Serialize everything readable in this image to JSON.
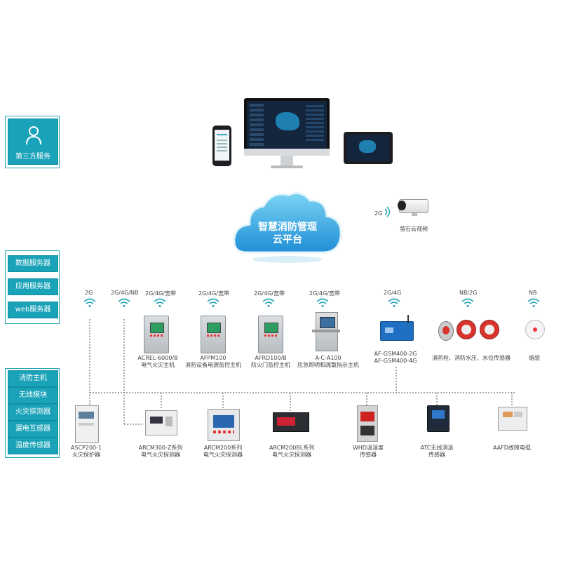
{
  "left_panels": {
    "third_party": {
      "label": "第三方服务",
      "icon": "user-icon"
    },
    "servers": [
      "数据服务器",
      "应用服务器",
      "web服务器"
    ],
    "devices": [
      "消防主机",
      "无线模块",
      "火灾探测器",
      "漏电互感器",
      "温度传感器"
    ]
  },
  "cloud": {
    "line1": "智慧消防管理",
    "line2": "云平台"
  },
  "camera": {
    "signal": "2G",
    "label": "萤石云视频"
  },
  "top_devices": [
    {
      "signal": "2G",
      "label1": "",
      "label2": ""
    },
    {
      "signal": "2G/4G/NB",
      "label1": "",
      "label2": ""
    },
    {
      "signal": "2G/4G/宽带",
      "label1": "ACREL-6000/B",
      "label2": "电气火灾主机"
    },
    {
      "signal": "2G/4G/宽带",
      "label1": "AFPM100",
      "label2": "消防设备电源监控主机"
    },
    {
      "signal": "2G/4G/宽带",
      "label1": "AFRD100/B",
      "label2": "防火门监控主机"
    },
    {
      "signal": "2G/4G/宽带",
      "label1": "A-C-A100",
      "label2": "应急照明和疏散指示主机"
    },
    {
      "signal": "2G/4G",
      "label1": "AF-GSM400-2G",
      "label2": "AF-GSM400-4G"
    },
    {
      "signal": "NB/2G",
      "label1": "消防栓、消防水压、水位传感器",
      "label2": ""
    },
    {
      "signal": "NB",
      "label1": "烟感",
      "label2": ""
    }
  ],
  "bottom_devices": [
    {
      "label1": "ASCP200-1",
      "label2": "火灾保护器"
    },
    {
      "label1": "ARCM300-Z系列",
      "label2": "电气火灾探测器"
    },
    {
      "label1": "ARCM200系列",
      "label2": "电气火灾探测器"
    },
    {
      "label1": "ARCM200BL系列",
      "label2": "电气火灾探测器"
    },
    {
      "label1": "WHD温湿度",
      "label2": "传感器"
    },
    {
      "label1": "ATC无线测温",
      "label2": "传感器"
    },
    {
      "label1": "AAFD故障电弧",
      "label2": ""
    }
  ],
  "colors": {
    "accent": "#1aa3b8",
    "cloud": "#3fb6e6",
    "line": "#555555"
  }
}
